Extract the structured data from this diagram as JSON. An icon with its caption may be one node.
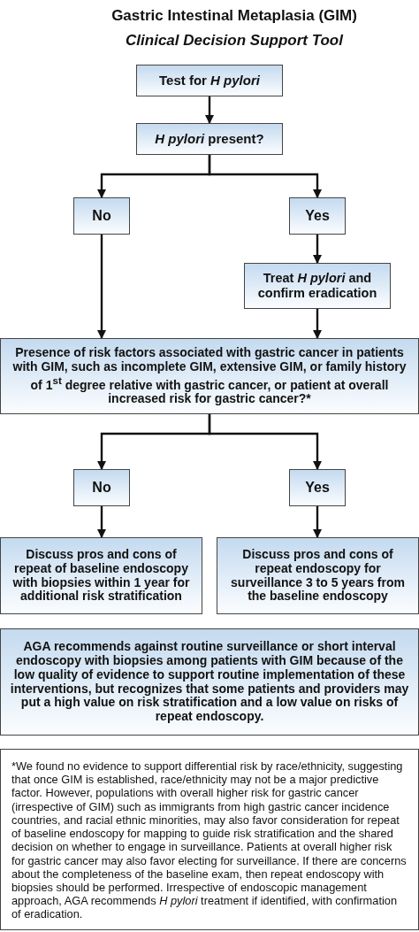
{
  "diagram": {
    "title": "Gastric Intestinal Metaplasia (GIM)",
    "nodes": [
      {
        "text": [
          "Test for *H pylori*"
        ]
      },
      {
        "text": [
          "*H pylori* present?"
        ]
      },
      {
        "text": [
          "No"
        ]
      },
      {
        "text": [
          "Yes"
        ]
      },
      {
        "text": [
          "Treat *H pylori* and confirm eradication"
        ]
      },
      {
        "text": [
          "Presence of risk factors associated with gastric cancer in patients with GIM, such as incomplete GIM, extensive GIM, or family history of 1$^{st}$ degree relative with gastric cancer, or patient at overall increased risk for gastric cancer?*"
        ]
      },
      {
        "text": [
          "No"
        ]
      },
      {
        "text": [
          "Yes"
        ]
      },
      {
        "text": [
          "Discuss pros and cons of repeat of baseline endoscopy with biopsies within 1 year for additional risk stratification"
        ]
      },
      {
        "text": [
          "Discuss pros and cons of repeat endoscopy for surveillance 3 to 5 years from the baseline endoscopy"
        ]
      },
      {
        "text": [
          "AGA recommends against routine surveillance or short interval endoscopy with biopsies among patients with GIM because of the low quality of evidence to support routine implementation of these interventions, but recognizes that some patients and providers may put a high value on risk stratification and a low value on risks of repeat endoscopy."
        ]
      },
      {
        "text": [
          "*We found no evidence to support differential risk by race/ethnicity, suggesting that once GIM is established, race/ethnicity may not be a major predictive factor. However, populations with overall higher risk for gastric cancer (irrespective of GIM) such as immigrants from high gastric cancer incidence countries, and racial ethnic minorities, may also favor consideration for repeat of baseline endoscopy for mapping to guide risk stratification and the shared decision on whether to engage in surveillance. Patients at overall higher risk for gastric cancer may also favor electing for surveillance. If there are concerns about the completeness of the baseline exam, then repeat endoscopy with biopsies should be performed. Irrespective of endoscopic management approach, AGA recommends *H pylori* treatment if identified, with confirmation of eradication."
        ]
      }
    ],
    "edges": [
      {
        "from": 0,
        "to": 1,
        "arrow": "to"
      },
      {
        "from": 1,
        "to": 2,
        "arrow": "to"
      },
      {
        "from": 1,
        "to": 3,
        "arrow": "to"
      },
      {
        "from": 3,
        "to": 4,
        "arrow": "to"
      },
      {
        "from": 2,
        "to": 5,
        "arrow": "to"
      },
      {
        "from": 4,
        "to": 5,
        "arrow": "to"
      },
      {
        "from": 5,
        "to": 6,
        "arrow": "to"
      },
      {
        "from": 5,
        "to": 7,
        "arrow": "to"
      },
      {
        "from": 6,
        "to": 8,
        "arrow": "to"
      },
      {
        "from": 7,
        "to": 9,
        "arrow": "to"
      }
    ],
    "labels": [
      "Clinical Decision Support Tool"
    ]
  }
}
